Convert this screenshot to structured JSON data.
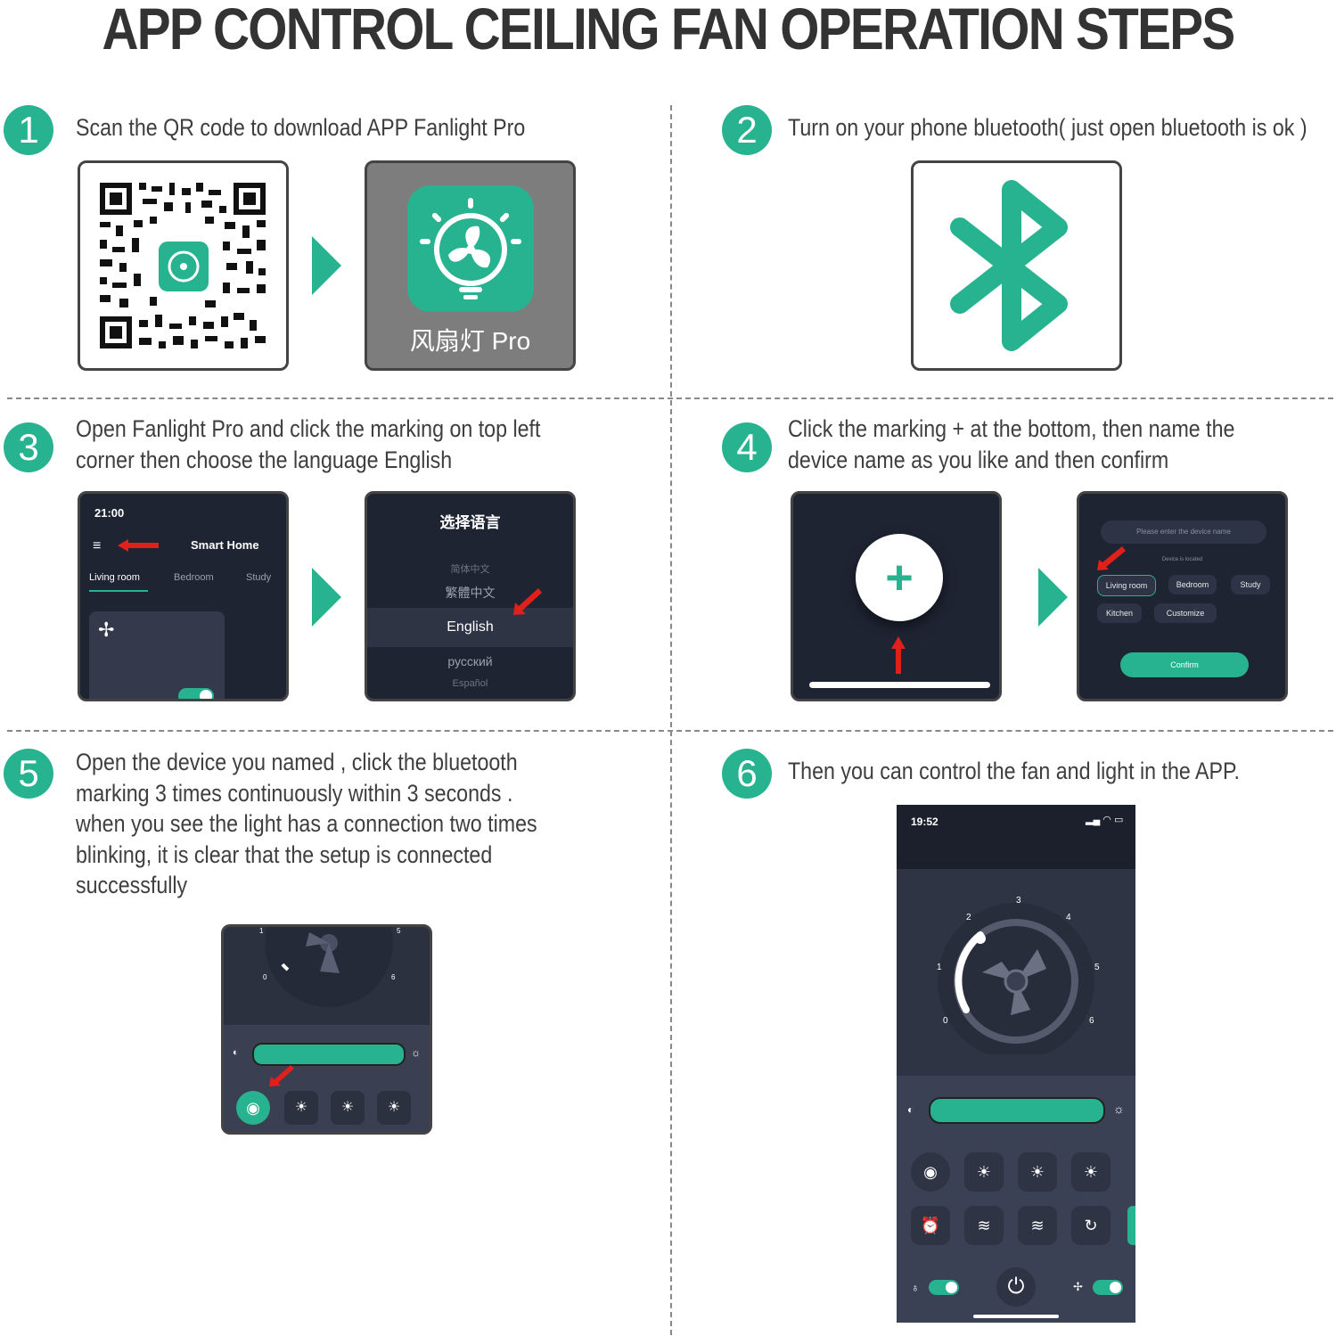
{
  "title": "APP CONTROL CEILING FAN OPERATION STEPS",
  "colors": {
    "accent": "#27b38f",
    "dark_panel": "#1f2433",
    "arrow_red": "#e0201b"
  },
  "steps": [
    {
      "number": "1",
      "text": "Scan the QR code to download APP Fanlight Pro",
      "app_icon_label": "风扇灯 Pro"
    },
    {
      "number": "2",
      "text": "Turn on your phone bluetooth( just open bluetooth is ok )",
      "icon": "bluetooth-icon"
    },
    {
      "number": "3",
      "text_lines": [
        "Open Fanlight Pro and click the marking on top left",
        "corner then choose the language English"
      ],
      "screen_a": {
        "time": "21:00",
        "header": "Smart Home",
        "tabs": [
          "Living room",
          "Bedroom",
          "Study"
        ]
      },
      "screen_b": {
        "title": "选择语言",
        "languages": [
          "简体中文",
          "繁體中文",
          "English",
          "русский",
          "Español"
        ],
        "selected": "English"
      }
    },
    {
      "number": "4",
      "text_lines": [
        "Click the marking + at the bottom, then name the",
        "device name as you like and then confirm"
      ],
      "screen_b": {
        "placeholder": "Please enter the device name",
        "located_label": "Device is located",
        "rooms": [
          "Living room",
          "Bedroom",
          "Study",
          "Kitchen",
          "Customize"
        ],
        "confirm": "Confirm"
      }
    },
    {
      "number": "5",
      "text_lines": [
        "Open the device you named , click the bluetooth",
        "marking 3 times continuously within 3 seconds .",
        "when you see the light has a connection two times",
        "blinking, it is clear that the setup is connected",
        "successfully"
      ],
      "dial_ticks": [
        "1",
        "5",
        "0",
        "6"
      ]
    },
    {
      "number": "6",
      "text": "Then you can control the fan and light in the APP.",
      "phone": {
        "time": "19:52",
        "dial_ticks": [
          "0",
          "1",
          "2",
          "3",
          "4",
          "5",
          "6"
        ]
      }
    }
  ]
}
